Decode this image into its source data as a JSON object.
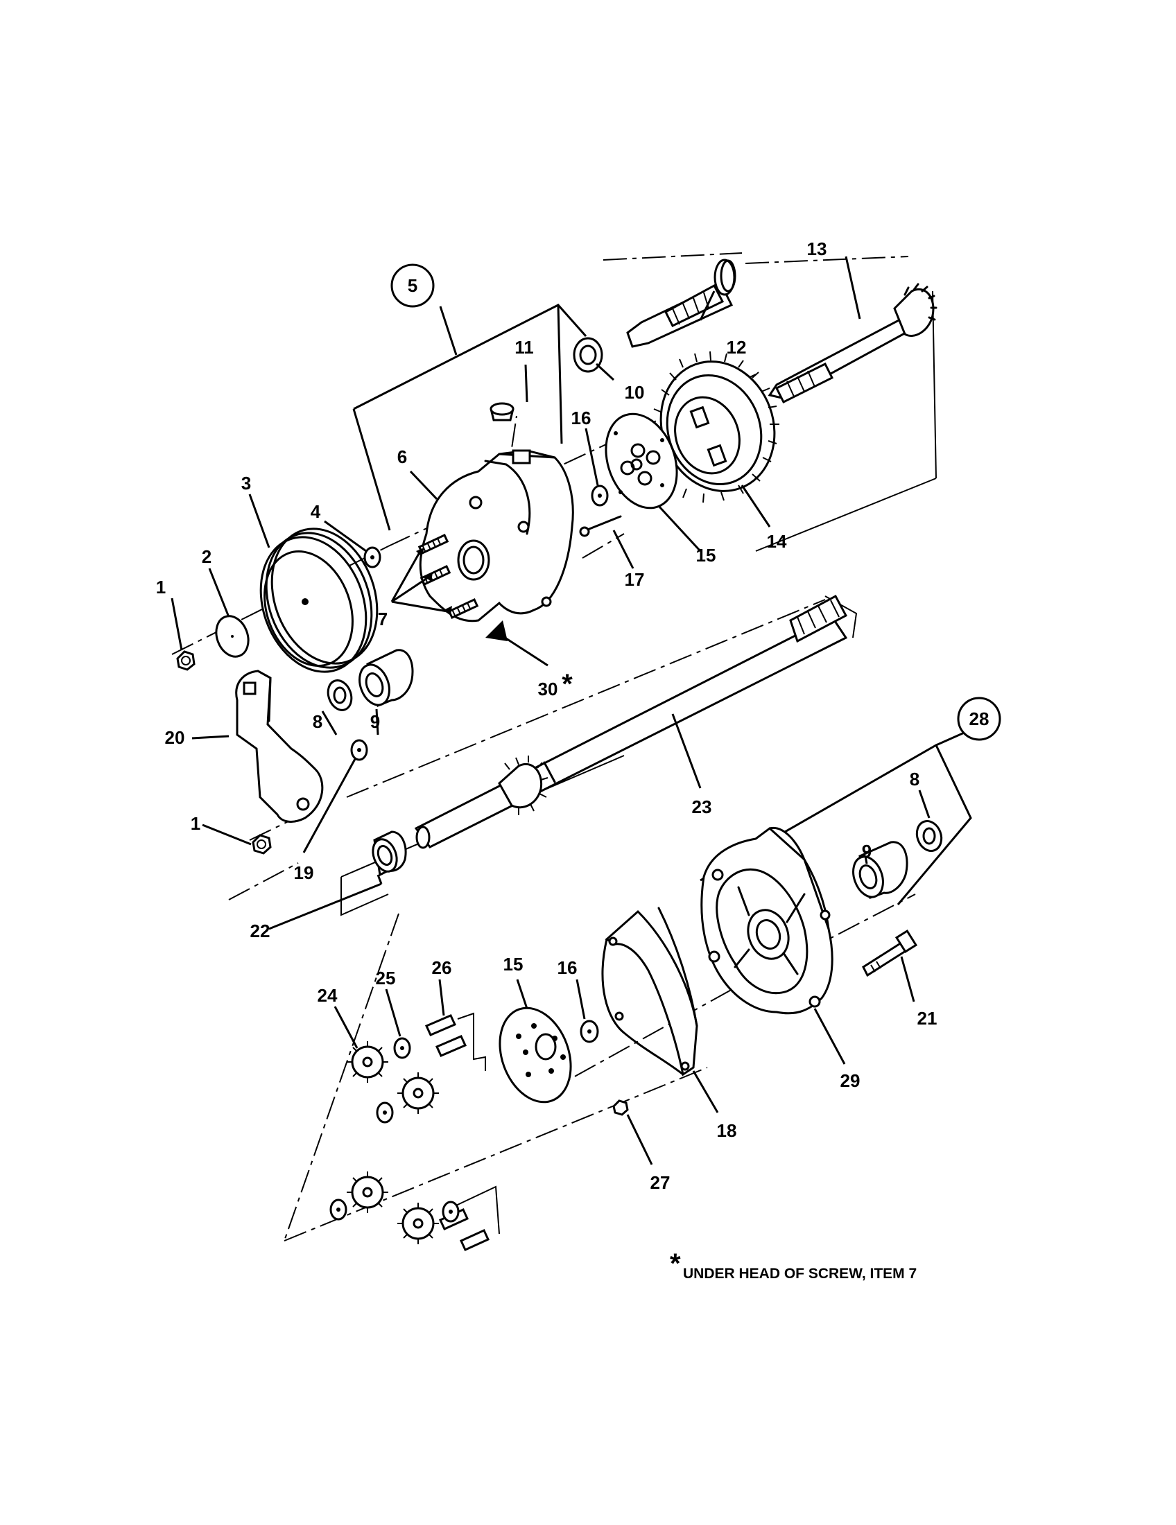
{
  "callouts": {
    "c1a": "1",
    "c1b": "1",
    "c2": "2",
    "c3": "3",
    "c4": "4",
    "c5": "5",
    "c6": "6",
    "c7": "7",
    "c8a": "8",
    "c8b": "8",
    "c9a": "9",
    "c9b": "9",
    "c10": "10",
    "c11": "11",
    "c12": "12",
    "c13": "13",
    "c14": "14",
    "c15a": "15",
    "c15b": "15",
    "c16a": "16",
    "c16b": "16",
    "c17": "17",
    "c18": "18",
    "c19": "19",
    "c20": "20",
    "c21": "21",
    "c22": "22",
    "c23": "23",
    "c24": "24",
    "c25": "25",
    "c26": "26",
    "c27": "27",
    "c28": "28",
    "c29": "29",
    "c30": "30"
  },
  "asterisk": "*",
  "footnote": "UNDER HEAD OF SCREW, ITEM 7"
}
